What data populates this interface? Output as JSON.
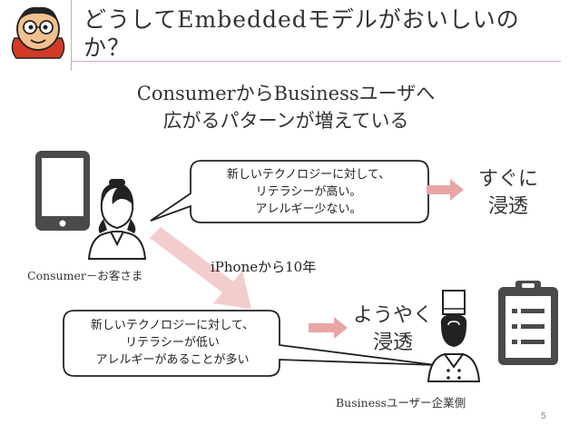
{
  "slide": {
    "title_line1": "どうしてEmbeddedモデルがおいしいの",
    "title_line2": "か？",
    "subtitle_line1": "ConsumerからBusinessユーザへ",
    "subtitle_line2": "広がるパターンが増えている",
    "page_number": "5"
  },
  "consumer": {
    "label": "Consumer－お客さま",
    "bubble": [
      "新しいテクノロジーに対して、",
      "リテラシーが高い。",
      "アレルギー少ない。"
    ],
    "result": [
      "すぐに",
      "浸透"
    ]
  },
  "transition": {
    "label": "iPhoneから10年"
  },
  "business": {
    "label": "Businessユーザー企業側",
    "bubble": [
      "新しいテクノロジーに対して、",
      "リテラシーが低い",
      "アレルギーがあることが多い"
    ],
    "result": [
      "ようやく",
      "浸透"
    ]
  },
  "colors": {
    "arrow": "#e7a5a5",
    "icon": "#4a4a4a",
    "mascot_face": "#f2c08f",
    "mascot_cape": "#d23a26",
    "divider": "#d9a7a7"
  }
}
